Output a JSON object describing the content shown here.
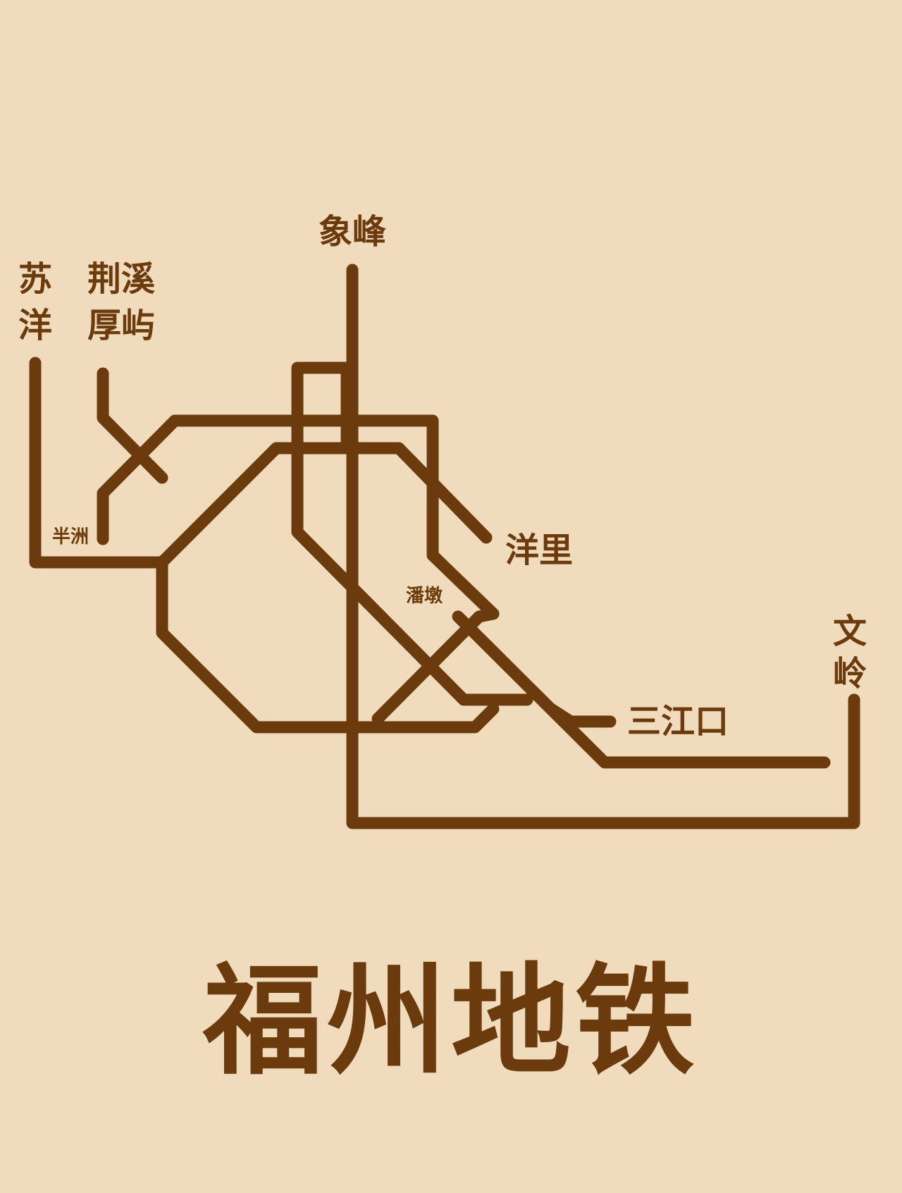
{
  "colors": {
    "background": "#f0dcbd",
    "line": "#6b3b0d"
  },
  "title": "福州地铁",
  "stations": {
    "xiangfeng": "象峰",
    "suyang_1": "苏",
    "suyang_2": "洋",
    "jingxi_1": "荆溪",
    "jingxi_2": "厚屿",
    "banzhou": "半洲",
    "yangli": "洋里",
    "pandun": "潘墩",
    "wenling_1": "文",
    "wenling_2": "岭",
    "sanjiangkou": "三江口"
  }
}
